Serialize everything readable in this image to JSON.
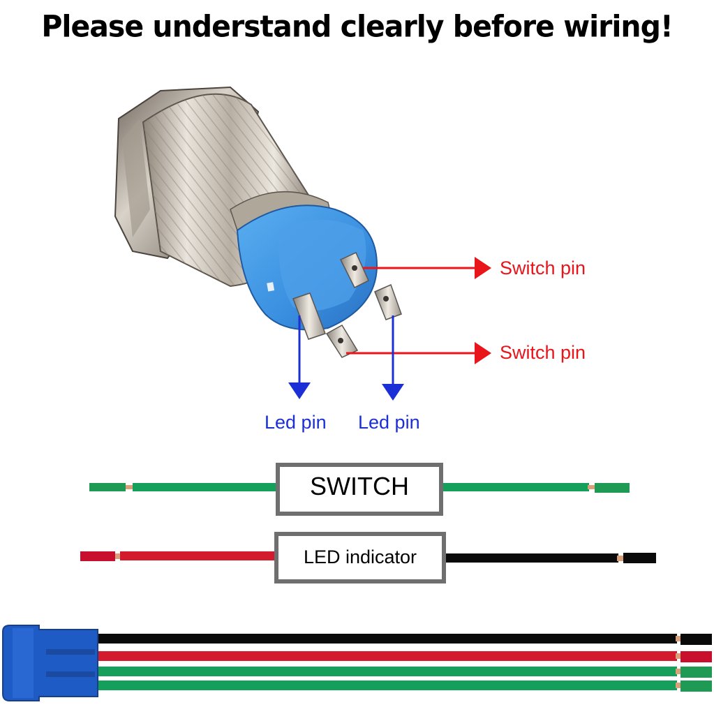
{
  "title": "Please understand clearly before wiring!",
  "labels": {
    "switch_pin_top": "Switch pin",
    "switch_pin_bottom": "Switch pin",
    "led_pin_left": "Led pin",
    "led_pin_right": "Led pin"
  },
  "boxes": {
    "switch": "SWITCH",
    "led": "LED indicator"
  },
  "colors": {
    "switch_arrow": "#e8161b",
    "led_arrow": "#1c2fd6",
    "wire_green": "#14a05a",
    "wire_red": "#d31b2e",
    "wire_black": "#0a0a0a",
    "connector_blue": "#1f5bc4",
    "switch_body_blue": "#3d8fe0",
    "metal": "#c9c3b8"
  }
}
